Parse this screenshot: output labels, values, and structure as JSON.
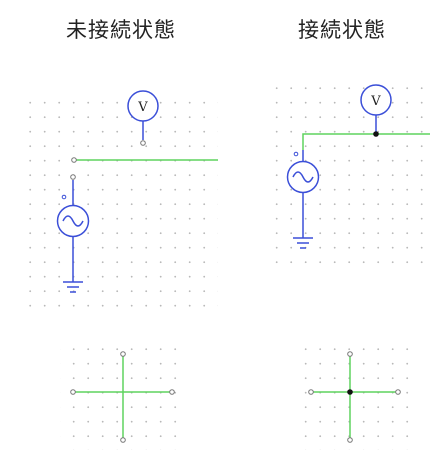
{
  "titles": {
    "unconnected": "未接続状態",
    "connected": "接続状態"
  },
  "voltmeter_symbol": "V",
  "colors": {
    "wire": "#5fd35f",
    "component": "#3b4fd8",
    "grid_dot": "#b8b8b8",
    "terminal_open": "#777777",
    "junction": "#111111",
    "title_text": "#222222"
  },
  "icons": [
    "voltmeter-icon",
    "ac-source-icon",
    "ground-icon"
  ]
}
